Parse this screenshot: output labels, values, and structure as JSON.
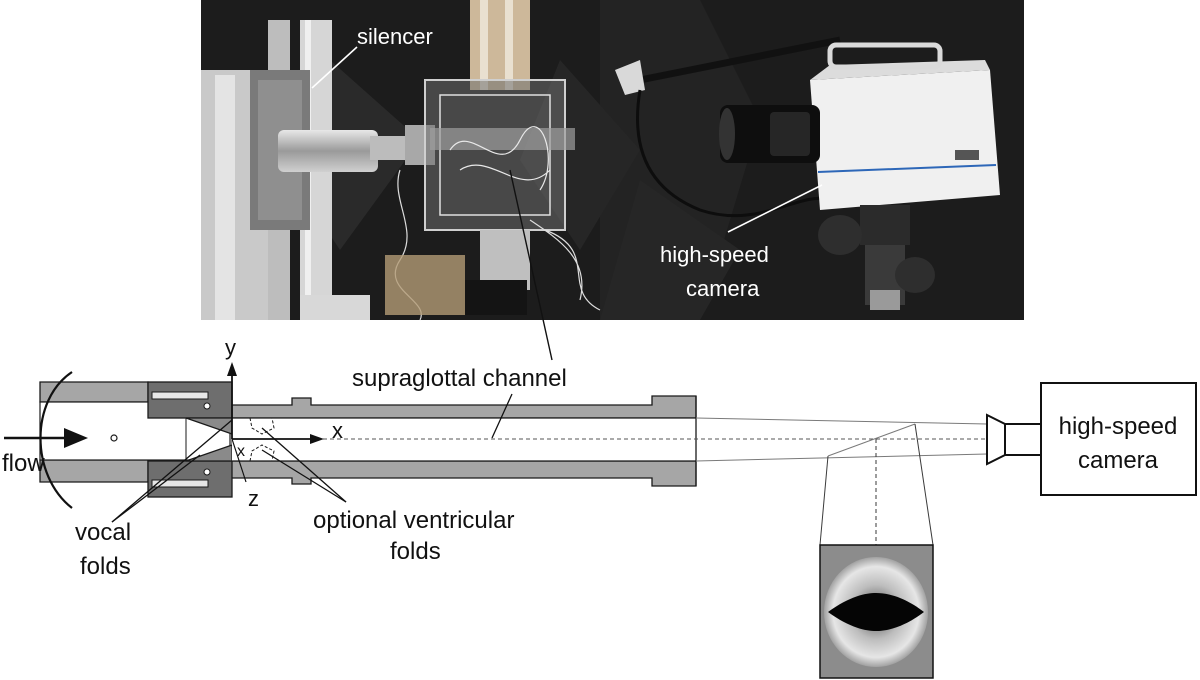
{
  "photo_labels": {
    "silencer": "silencer",
    "camera_line1": "high-speed",
    "camera_line2": "camera"
  },
  "diagram_labels": {
    "y_axis": "y",
    "x_axis": "x",
    "z_axis": "z",
    "x_small": "x",
    "flow": "flow",
    "supraglottal_channel": "supraglottal channel",
    "vocal_folds_line1": "vocal",
    "vocal_folds_line2": "folds",
    "ventricular_line1": "optional ventricular",
    "ventricular_line2": "folds",
    "camera_line1": "high-speed",
    "camera_line2": "camera"
  },
  "colors": {
    "channel_wall": "#a6a6a6",
    "fold_block": "#6e6e6e",
    "outline": "#1a1a1a",
    "photo_background": "#1c1c1c",
    "inset_background": "#8c8c8c"
  },
  "icons": {
    "flow_arrow": "arrow-right-icon",
    "camera": "camera-icon"
  }
}
